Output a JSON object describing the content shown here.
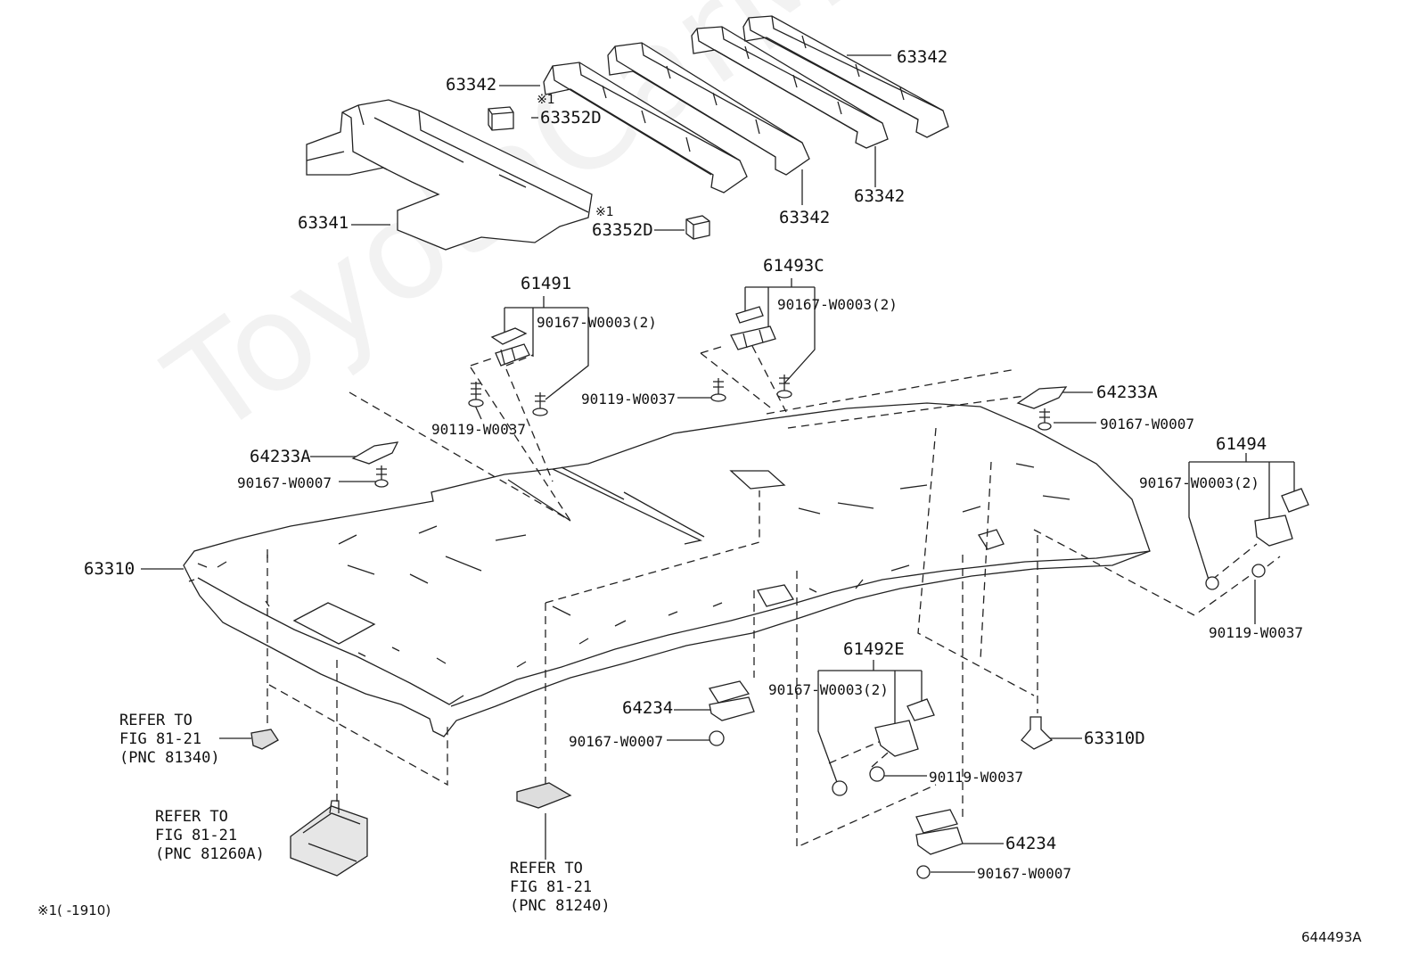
{
  "diagram_code": "644493A",
  "watermark": "ToyotaCarMine.ru",
  "footnote": {
    "mark": "※1",
    "text": "(      -1910)"
  },
  "note_mark": "※1",
  "parts": {
    "p63342_a": "63342",
    "p63342_b": "63342",
    "p63342_c": "63342",
    "p63342_d": "63342",
    "p63352D_a": "63352D",
    "p63352D_b": "63352D",
    "p63341": "63341",
    "p61491": "61491",
    "p61493C": "61493C",
    "w0003_a": "90167-W0003(2)",
    "w0003_b": "90167-W0003(2)",
    "w0037_a": "90119-W0037",
    "w0037_b": "90119-W0037",
    "p64233A_a": "64233A",
    "p64233A_b": "64233A",
    "w0007_a": "90167-W0007",
    "w0007_b": "90167-W0007",
    "p61494": "61494",
    "w0003_c": "90167-W0003(2)",
    "w0037_c": "90119-W0037",
    "p63310": "63310",
    "p61492E": "61492E",
    "w0003_d": "90167-W0003(2)",
    "p64234_a": "64234",
    "w0007_c": "90167-W0007",
    "w0037_d": "90119-W0037",
    "p63310D": "63310D",
    "p64234_b": "64234",
    "w0007_d": "90167-W0007"
  },
  "refers": {
    "r81340": "REFER TO\nFIG 81-21\n(PNC 81340)",
    "r81260A": "REFER TO\nFIG 81-21\n(PNC 81260A)",
    "r81240": "REFER TO\nFIG 81-21\n(PNC 81240)"
  }
}
